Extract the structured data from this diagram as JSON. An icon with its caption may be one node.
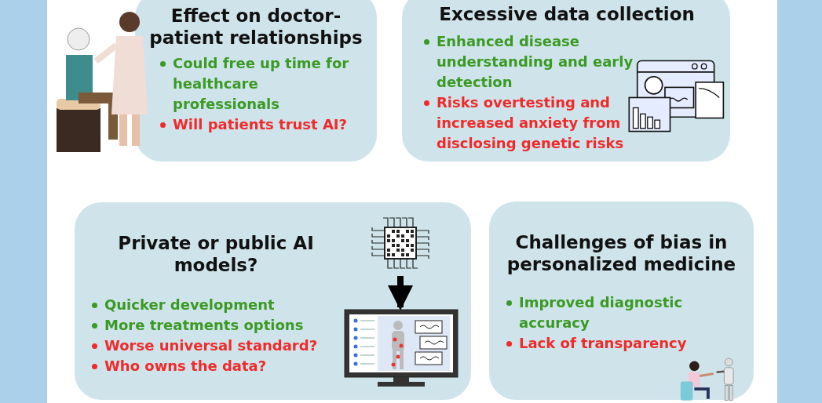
{
  "diagram": {
    "nodes": [
      {
        "text": [
          "Effect on doctor-patient relationships",
          "Could free up time for healthcare professionals",
          "Will patients trust AI?"
        ]
      },
      {
        "text": [
          "Excessive data collection",
          "Enhanced disease understanding and early detection",
          "Risks overtesting and increased anxiety from disclosing genetic risks"
        ]
      },
      {
        "text": [
          "Private or public AI models?",
          "Quicker development",
          "More treatments options",
          "Worse universal standard?",
          "Who owns the data?"
        ]
      },
      {
        "text": [],
        "shape": "picture",
        "in": 2
      },
      {
        "text": [],
        "shape": "picture",
        "in": 2
      },
      {
        "text": [
          "Challenges of bias in personalized medicine",
          "Improved diagnostic accuracy",
          "Lack of transparency"
        ]
      }
    ],
    "edges": [
      {
        "from": 3,
        "to": 4,
        "arrow": "to"
      }
    ]
  }
}
